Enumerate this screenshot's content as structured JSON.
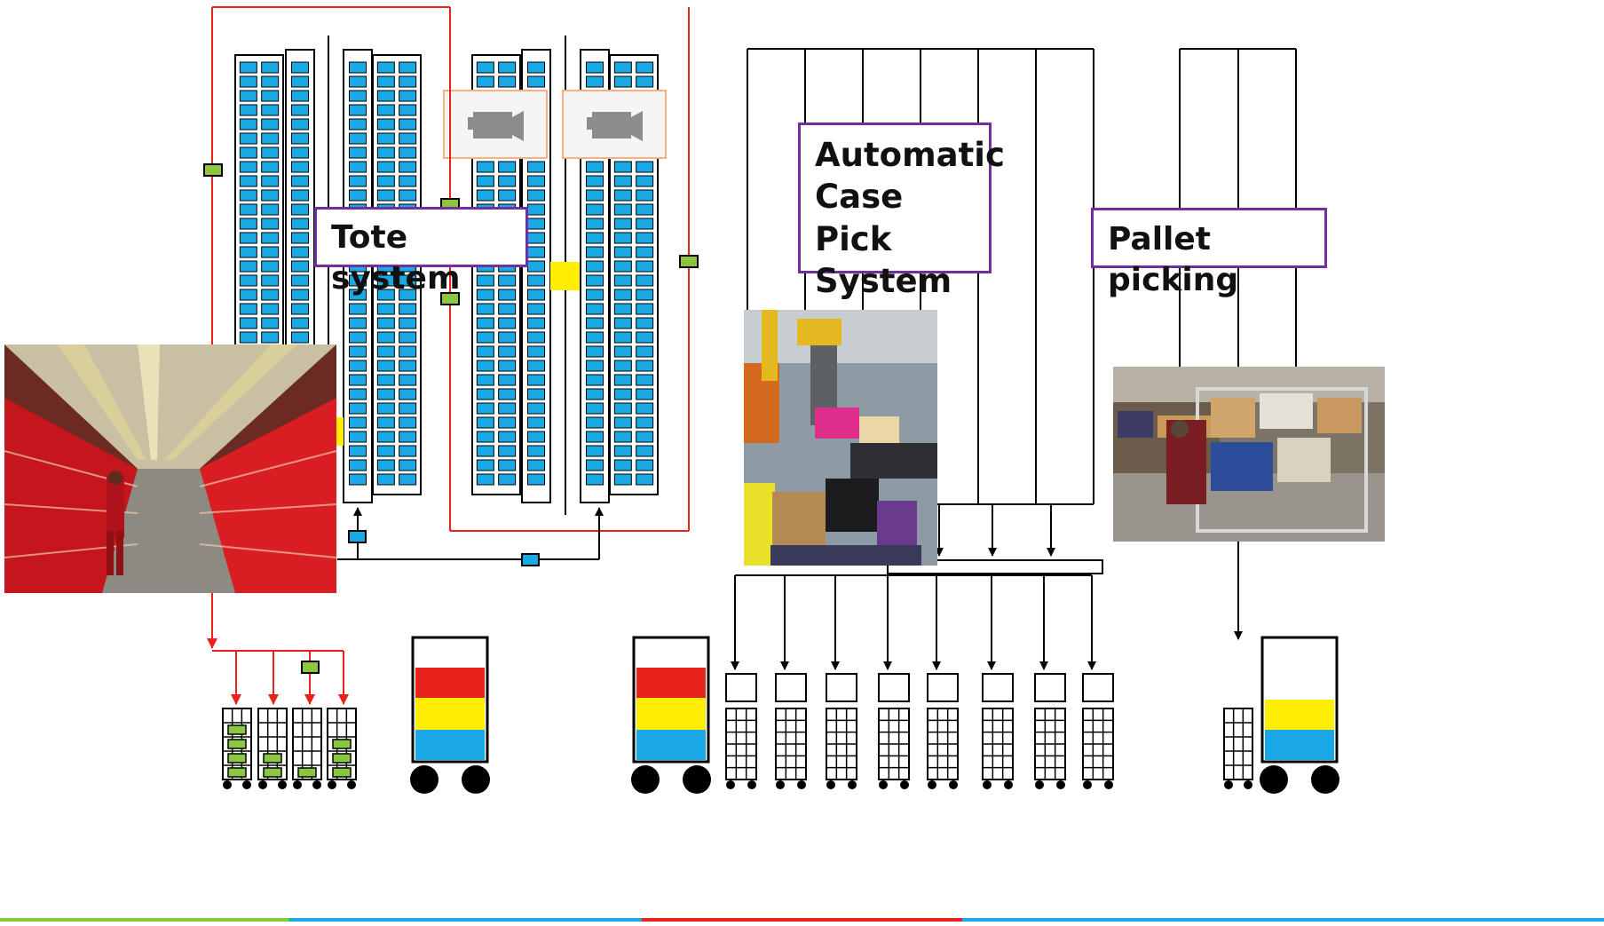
{
  "labels": {
    "tote_system": "Tote system",
    "case_pick_line1": "Automatic",
    "case_pick_line2": "Case Pick",
    "case_pick_line3": "System",
    "pallet_picking": "Pallet picking"
  },
  "colors": {
    "tote_blue": "#19a9e6",
    "sensor_green": "#8cc63f",
    "flow_red": "#e8231c",
    "highlight_yellow": "#ffee00",
    "label_border": "#7030a0",
    "camera_frame": "#f4b183",
    "camera_gray": "#8c8c8c"
  },
  "icons": {
    "camera_1": "camera-icon",
    "camera_2": "camera-icon",
    "photo_left": "tote-warehouse-photo",
    "photo_middle": "robotic-case-picking-photo",
    "photo_right": "pallet-picking-trolley-photo"
  }
}
